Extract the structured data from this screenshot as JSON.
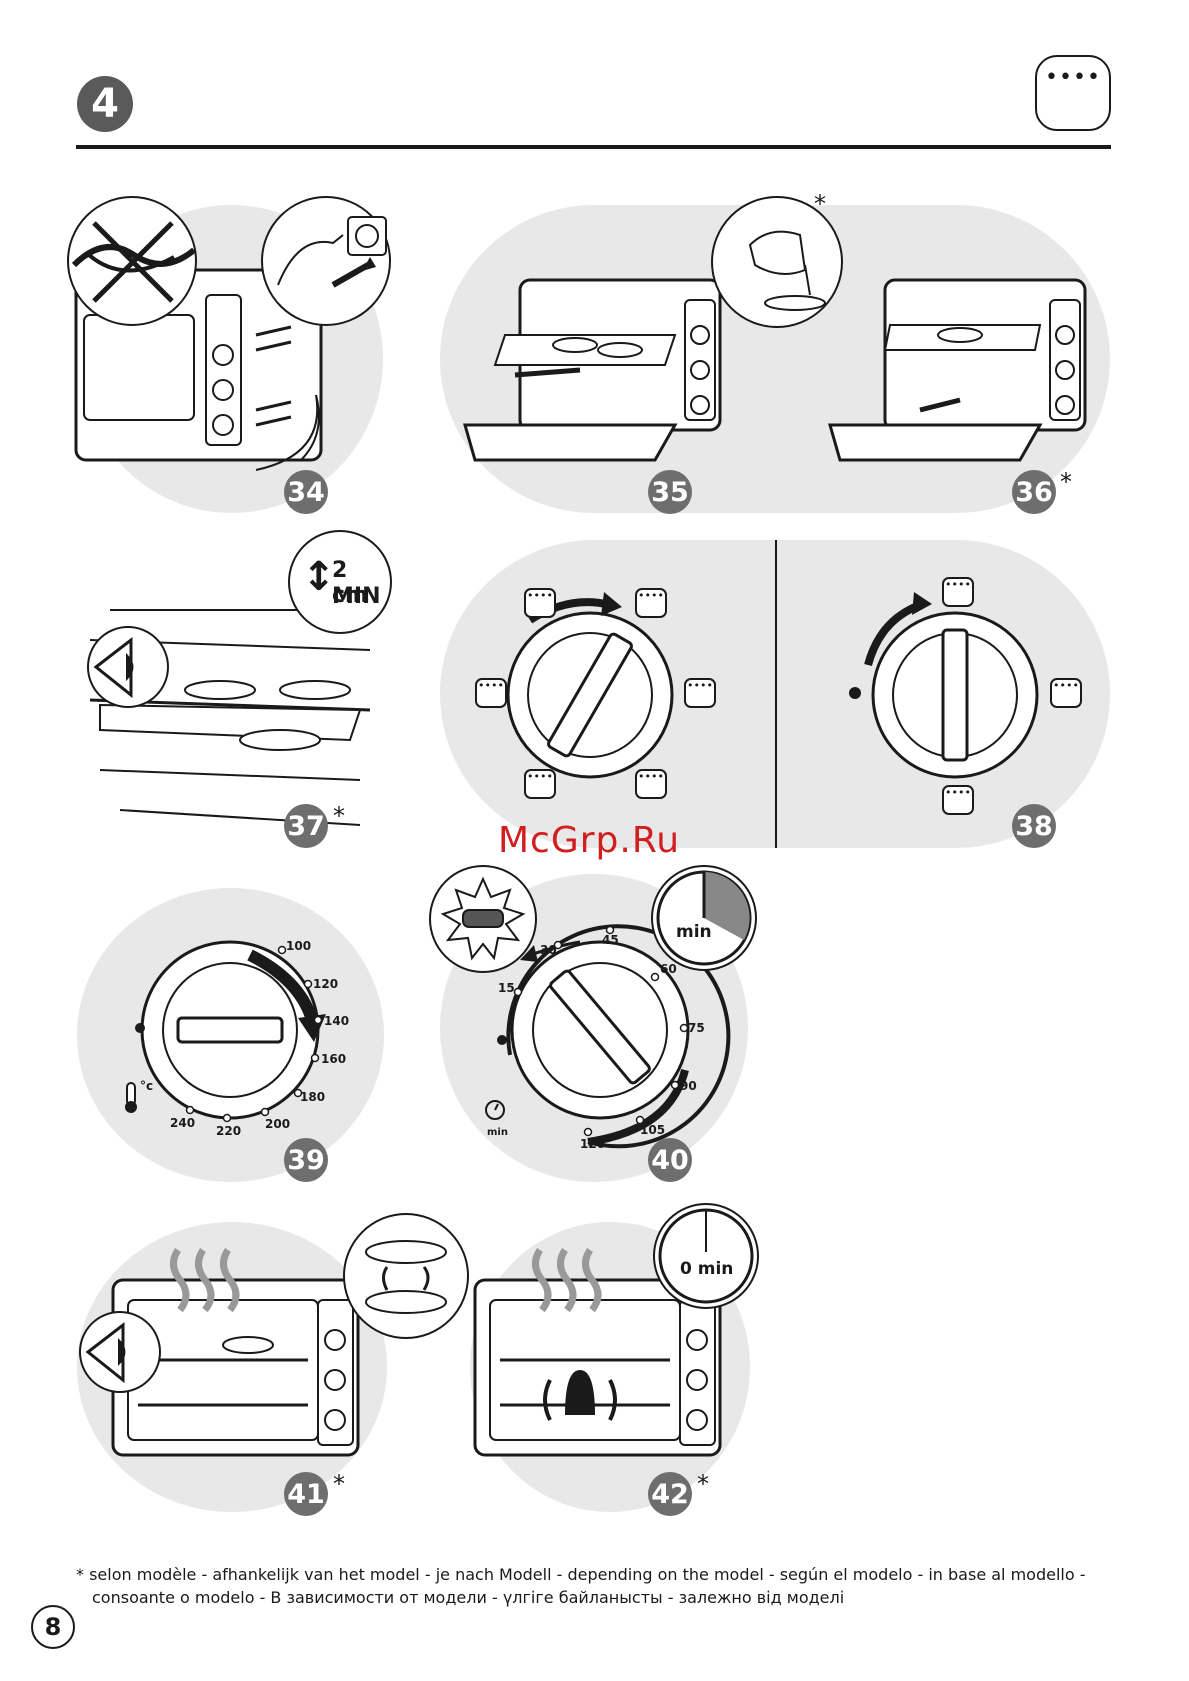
{
  "header": {
    "section_number": "4",
    "corner_symbol": "••••"
  },
  "steps": [
    {
      "number": "34",
      "asterisk": ""
    },
    {
      "number": "35",
      "asterisk": ""
    },
    {
      "number": "36",
      "asterisk": "*"
    },
    {
      "number": "37",
      "asterisk": "*"
    },
    {
      "number": "38",
      "asterisk": ""
    },
    {
      "number": "39",
      "asterisk": ""
    },
    {
      "number": "40",
      "asterisk": ""
    },
    {
      "number": "41",
      "asterisk": "*"
    },
    {
      "number": "42",
      "asterisk": "*"
    }
  ],
  "step35_asterisk": "*",
  "distance_badge": {
    "value": "2 cm",
    "label": "MIN"
  },
  "mode_icon_dots": "••••",
  "temperature_scale": {
    "unit": "°c",
    "ticks": [
      "100",
      "120",
      "140",
      "160",
      "180",
      "200",
      "220",
      "240"
    ]
  },
  "timer_scale": {
    "unit": "min",
    "ticks": [
      "15",
      "30",
      "45",
      "60",
      "75",
      "90",
      "105",
      "120"
    ]
  },
  "timer_badge": {
    "label": "min"
  },
  "end_badge": {
    "label": "0 min"
  },
  "watermark": "McGrp.Ru",
  "footnote": {
    "line1": "* selon modèle - afhankelijk van het model - je nach Modell - depending on the model - según el modelo - in base al modello -",
    "line2": "consoante o modelo - В зависимости от модели - үлгіге байланысты - залежно від моделі"
  },
  "page_number": "8"
}
